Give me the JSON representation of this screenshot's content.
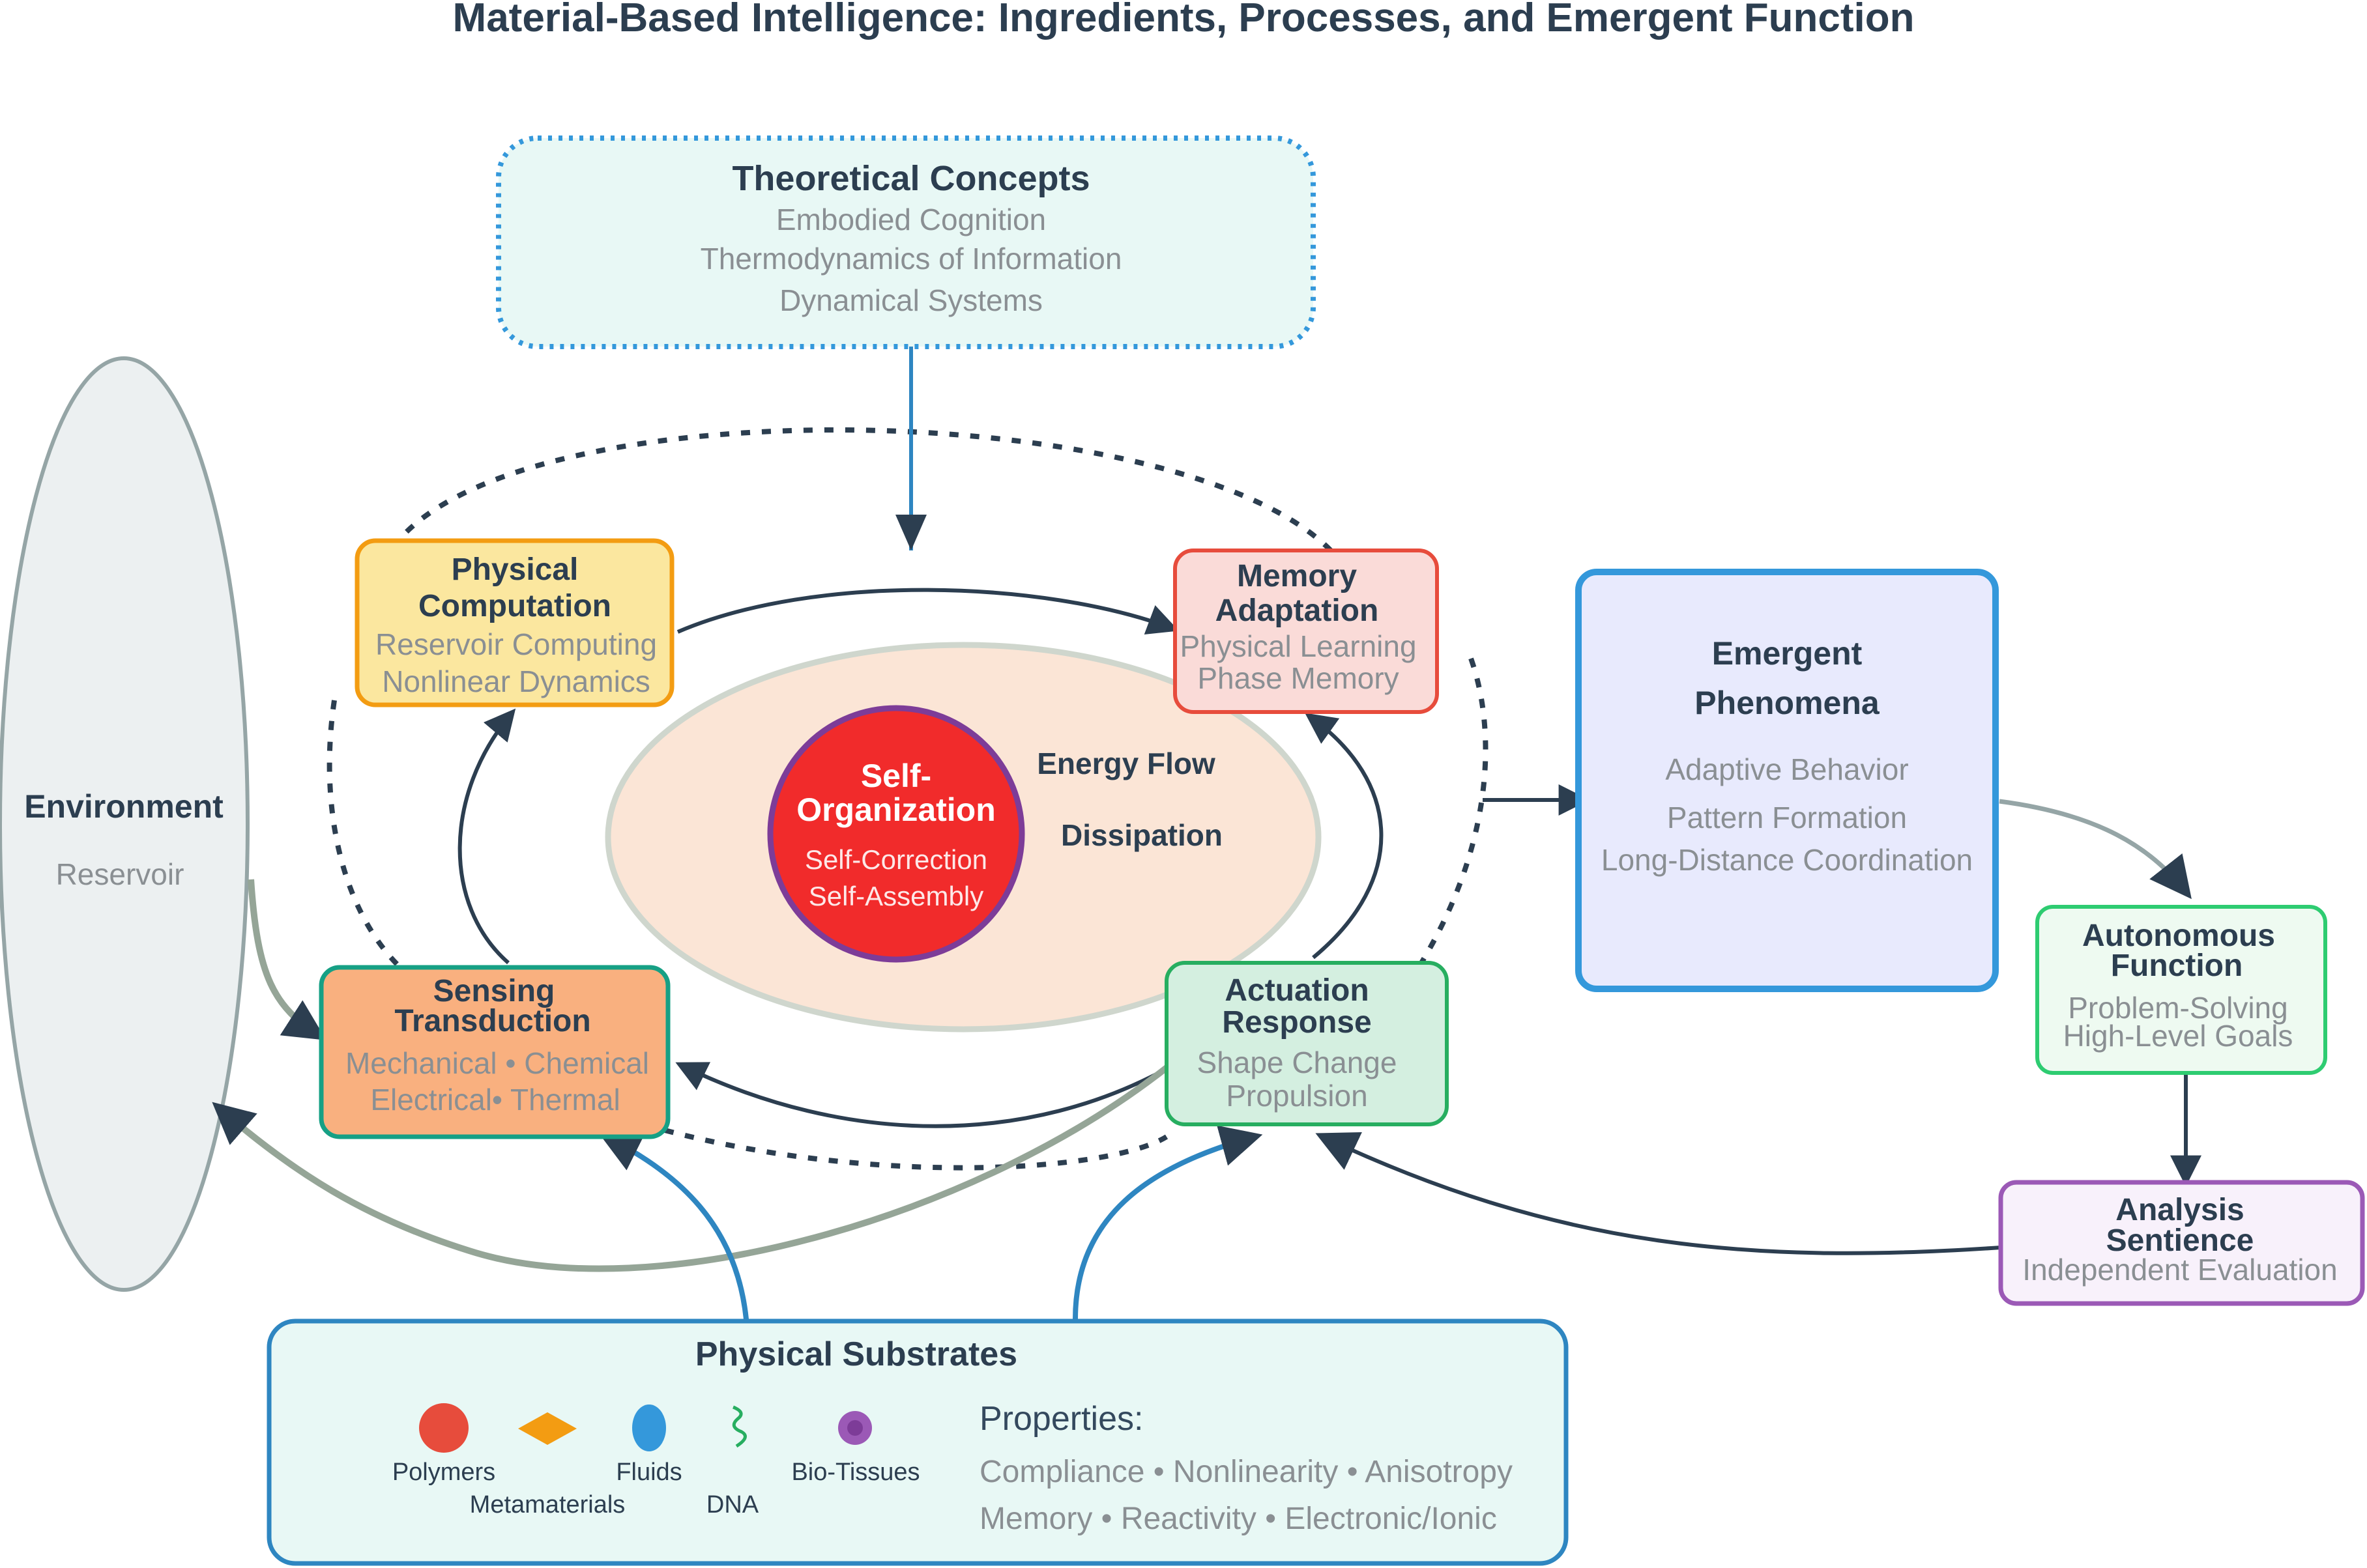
{
  "title": "Material-Based Intelligence: Ingredients, Processes, and Emergent Function",
  "theory": {
    "heading": "Theoretical Concepts",
    "items": [
      "Embodied Cognition",
      "Thermodynamics of Information",
      "Dynamical Systems"
    ]
  },
  "environment": {
    "heading": "Environment",
    "sub": "Reservoir"
  },
  "core": {
    "heading_line1": "Self-",
    "heading_line2": "Organization",
    "sub1": "Self-Correction",
    "sub2": "Self-Assembly",
    "label_energy": "Energy Flow",
    "label_dissipation": "Dissipation"
  },
  "physical_computation": {
    "line1": "Physical",
    "line2": "Computation",
    "sub1": "Reservoir Computing",
    "sub2": "Nonlinear Dynamics"
  },
  "memory": {
    "line1": "Memory",
    "line2": "Adaptation",
    "sub1": "Physical Learning",
    "sub2": "Phase Memory"
  },
  "sensing": {
    "line1": "Sensing",
    "line2": "Transduction",
    "sub1": "Mechanical • Chemical",
    "sub2": "Electrical• Thermal"
  },
  "actuation": {
    "line1": "Actuation",
    "line2": "Response",
    "sub1": "Shape Change",
    "sub2": "Propulsion"
  },
  "emergent": {
    "line1": "Emergent",
    "line2": "Phenomena",
    "items": [
      "Adaptive Behavior",
      "Pattern Formation",
      "Long-Distance Coordination"
    ]
  },
  "autonomous": {
    "line1": "Autonomous",
    "line2": "Function",
    "sub1": "Problem-Solving",
    "sub2": "High-Level Goals"
  },
  "analysis": {
    "line1": "Analysis",
    "line2": "Sentience",
    "sub1": "Independent Evaluation"
  },
  "substrates": {
    "heading": "Physical Substrates",
    "materials": [
      "Polymers",
      "Metamaterials",
      "Fluids",
      "DNA",
      "Bio-Tissues"
    ],
    "properties_label": "Properties:",
    "properties_line1": "Compliance • Nonlinearity • Anisotropy",
    "properties_line2": "Memory • Reactivity • Electronic/Ionic"
  },
  "colors": {
    "dark": "#2c3e50",
    "blue": "#2e86c1",
    "green_gray": "#95a597",
    "core_red": "#f12b2b",
    "core_ring": "#7d3c98"
  }
}
